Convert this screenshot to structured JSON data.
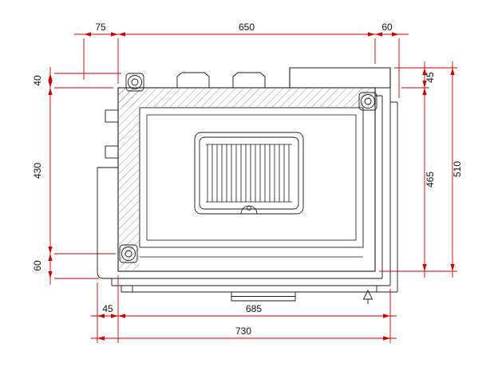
{
  "colors": {
    "background": "#ffffff",
    "line": "#1a1a1a",
    "dimension": "#cc0000",
    "label": "#111111"
  },
  "dims": {
    "top": [
      "75",
      "650",
      "60"
    ],
    "left": [
      "40",
      "430",
      "60"
    ],
    "right": [
      "45",
      "465",
      "510"
    ],
    "bottom": [
      "45",
      "685",
      "730"
    ]
  }
}
